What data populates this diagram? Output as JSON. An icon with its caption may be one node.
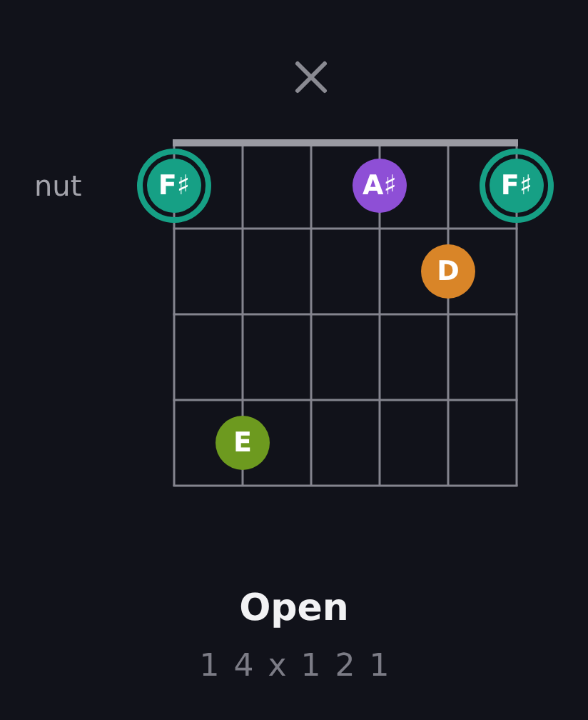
{
  "diagram": {
    "title": "Open",
    "nodes": [
      {
        "text": [
          "F♯"
        ]
      },
      {
        "text": [
          "A♯"
        ]
      },
      {
        "text": [
          "F♯"
        ]
      },
      {
        "text": [
          "D"
        ]
      },
      {
        "text": [
          "E"
        ]
      }
    ],
    "labels": [
      "nut",
      "1 4 x 1 2 1"
    ]
  }
}
